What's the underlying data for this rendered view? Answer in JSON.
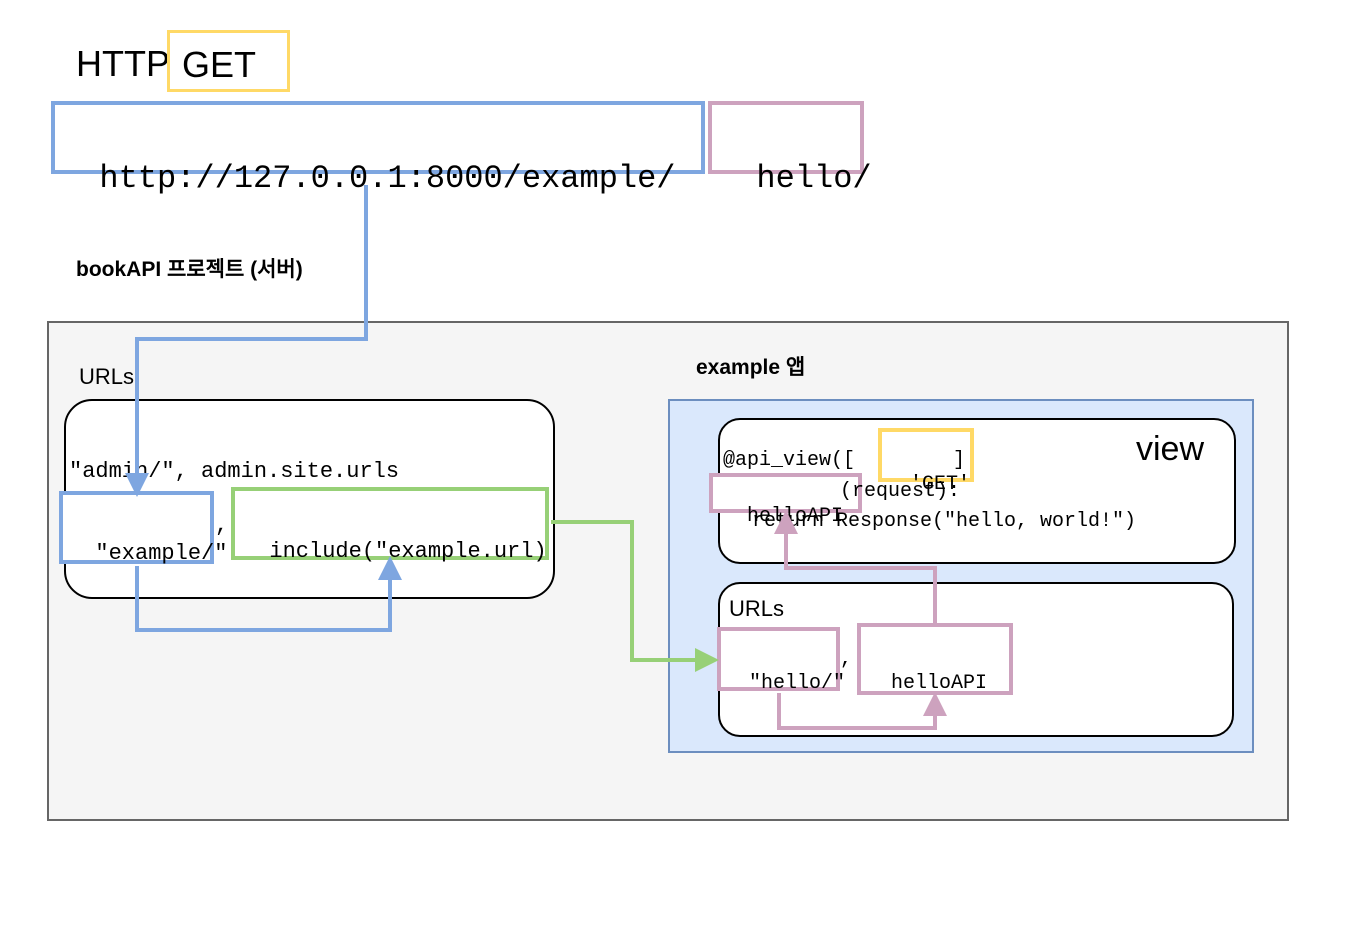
{
  "http_method": {
    "prefix": "HTTP",
    "method": "GET"
  },
  "url": {
    "base": "http://127.0.0.1:8000/example/",
    "path": "hello/"
  },
  "project_label": "bookAPI 프로젝트 (서버)",
  "project_urls": {
    "title": "URLs",
    "line1": "\"admin/\", admin.site.urls",
    "route": "\"example/\"",
    "comma": ",",
    "include": "include(\"example.url)"
  },
  "app": {
    "label": "example 앱",
    "view": {
      "title": "view",
      "decorator_prefix": "@api_view([",
      "method": "'GET'",
      "decorator_suffix": "]",
      "func_name": "helloAPI",
      "func_args": "(request):",
      "body": "return Response(\"hello, world!\")"
    },
    "urls": {
      "title": "URLs",
      "route": "\"hello/\"",
      "comma": ",",
      "handler": "helloAPI"
    }
  },
  "colors": {
    "blue": "#7EA6E0",
    "purple": "#CDA2BE",
    "yellow": "#FFD966",
    "green": "#97D077",
    "server_bg": "#F5F5F5",
    "app_bg": "#DAE8FC"
  }
}
